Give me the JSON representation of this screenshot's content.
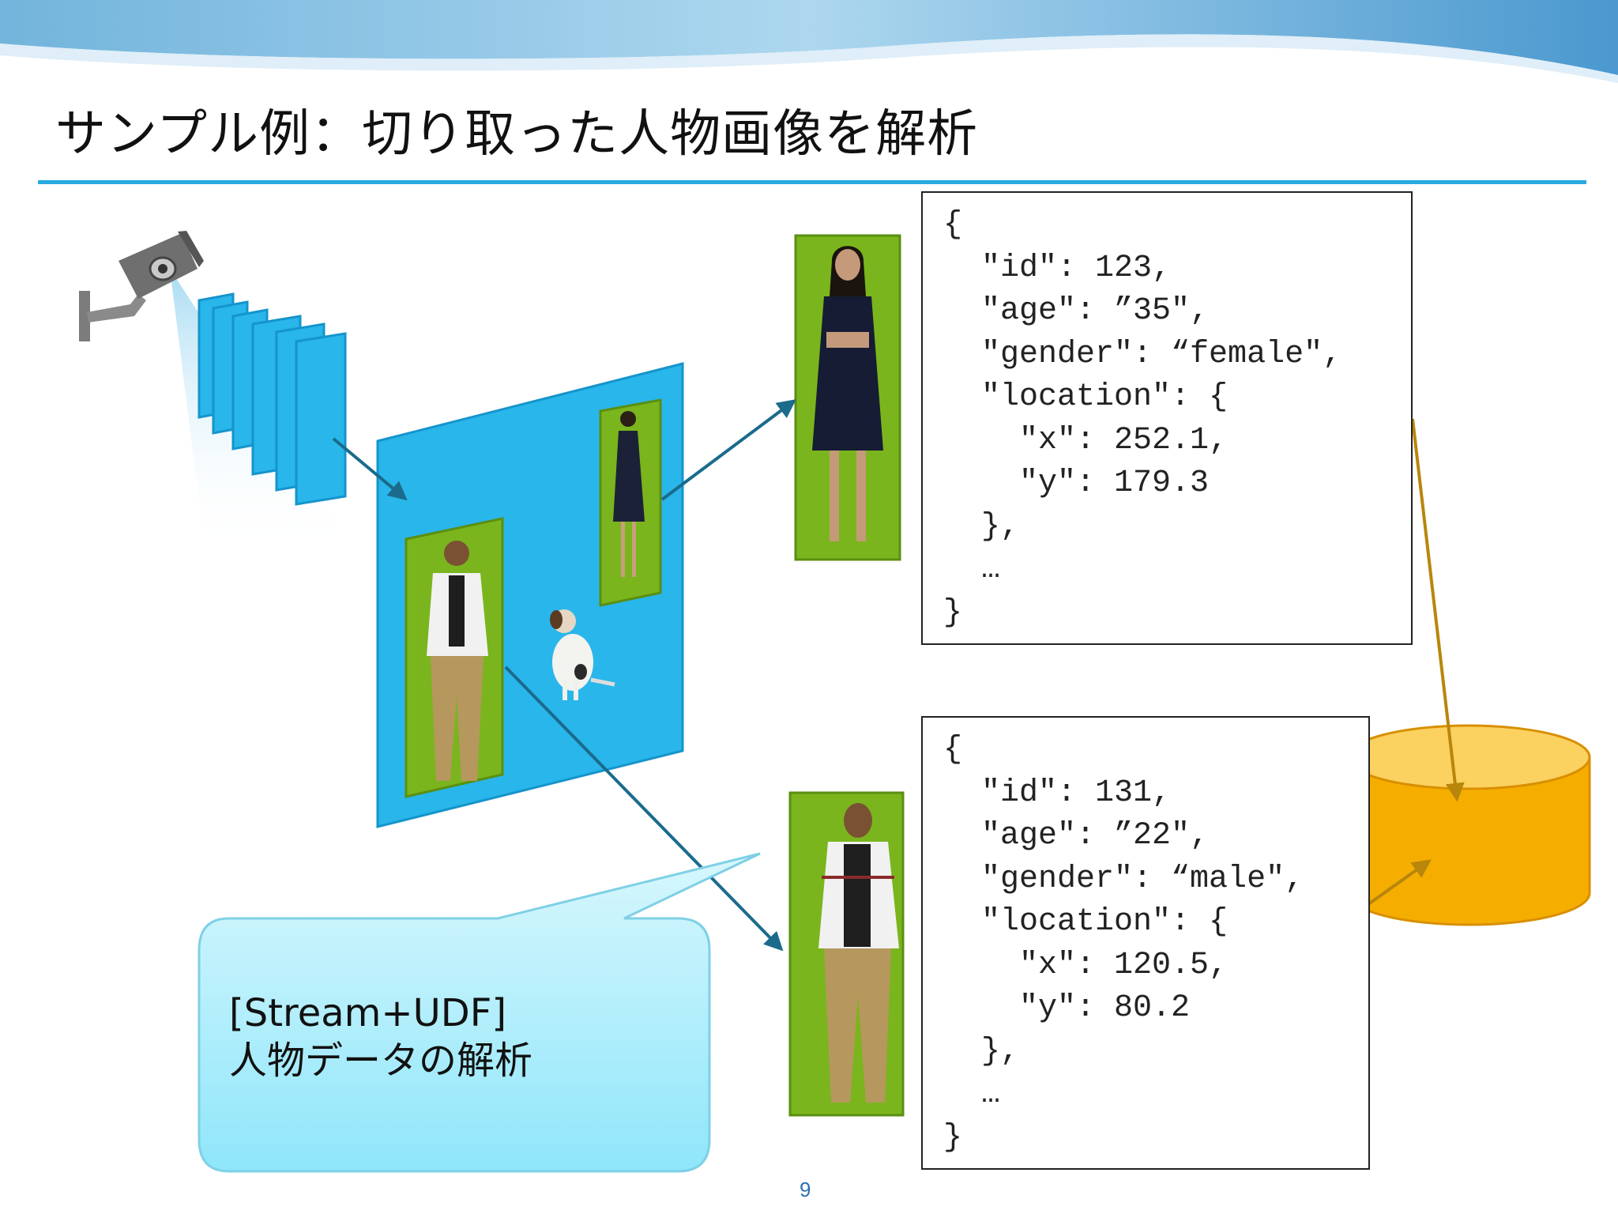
{
  "slide": {
    "title": "サンプル例：切り取った人物画像を解析",
    "page_number": "9"
  },
  "json_records": [
    {
      "lines": [
        "{",
        "  \"id\": 123,",
        "  \"age\": ”35\",",
        "  \"gender\": “female\",",
        "  \"location\": {",
        "    \"x\": 252.1,",
        "    \"y\": 179.3",
        "  },",
        "  …",
        "}"
      ]
    },
    {
      "lines": [
        "{",
        "  \"id\": 131,",
        "  \"age\": ”22\",",
        "  \"gender\": “male\",",
        "  \"location\": {",
        "    \"x\": 120.5,",
        "    \"y\": 80.2",
        "  },",
        "  …",
        "}"
      ]
    }
  ],
  "callout": {
    "line1": "[Stream+UDF]",
    "line2": "人物データの解析"
  },
  "icons": [
    "security-camera-icon",
    "database-icon",
    "person-female-icon",
    "person-male-icon",
    "dog-icon"
  ],
  "colors": {
    "frame_blue": "#29b6ea",
    "crop_green": "#7ab51d",
    "arrow_blue": "#1b6b8c",
    "db_orange": "#f5ae00",
    "arrow_gold": "#b8860b",
    "title_rule": "#29a9e0",
    "callout_fill": "#bff0fb"
  }
}
